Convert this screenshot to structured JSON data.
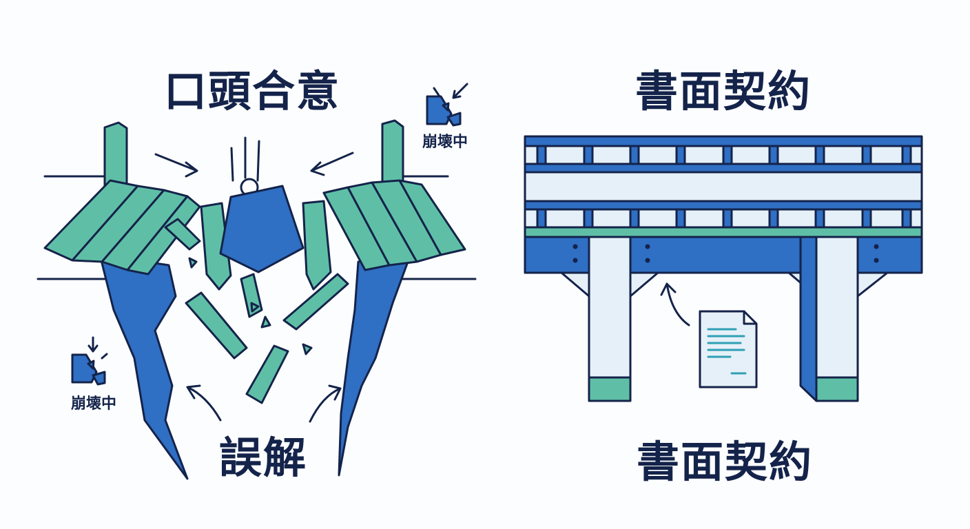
{
  "left_panel": {
    "title": "口頭合意",
    "collapse_badge_label": "崩壊中",
    "collapse_badge_label_2": "崩壊中",
    "caption": "誤解"
  },
  "right_panel": {
    "title": "書面契約",
    "caption": "書面契約"
  },
  "colors": {
    "outline": "#14234a",
    "teal": "#5fbfa6",
    "blue": "#2f6fc4",
    "pale": "#e6f0f8",
    "background": "#fcfdfe"
  },
  "icons": [
    "weight-icon",
    "broken-plank-icon",
    "document-icon",
    "collapse-icon",
    "arrow-icon"
  ]
}
